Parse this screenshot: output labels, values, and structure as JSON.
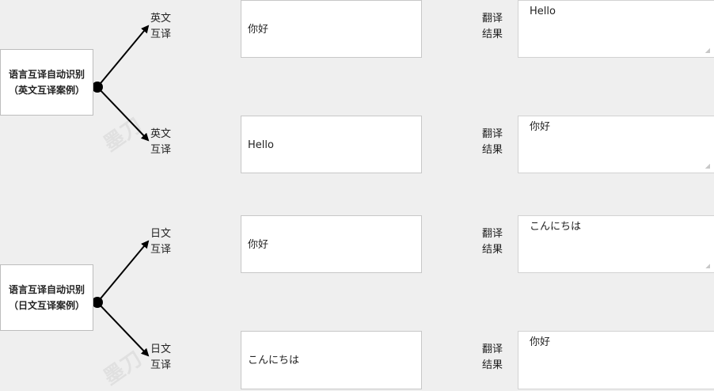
{
  "sections": [
    {
      "title_line1": "语言互译自动识别",
      "title_line2": "（英文互译案例）",
      "branches": [
        {
          "label_line1": "英文",
          "label_line2": "互译",
          "source": "你好",
          "result_label_line1": "翻译",
          "result_label_line2": "结果",
          "result": "Hello"
        },
        {
          "label_line1": "英文",
          "label_line2": "互译",
          "source": "Hello",
          "result_label_line1": "翻译",
          "result_label_line2": "结果",
          "result": "你好"
        }
      ]
    },
    {
      "title_line1": "语言互译自动识别",
      "title_line2": "（日文互译案例）",
      "branches": [
        {
          "label_line1": "日文",
          "label_line2": "互译",
          "source": "你好",
          "result_label_line1": "翻译",
          "result_label_line2": "结果",
          "result": "こんにちは"
        },
        {
          "label_line1": "日文",
          "label_line2": "互译",
          "source": "こんにちは",
          "result_label_line1": "翻译",
          "result_label_line2": "结果",
          "result": "你好"
        }
      ]
    }
  ],
  "watermark_text": "墨刀"
}
